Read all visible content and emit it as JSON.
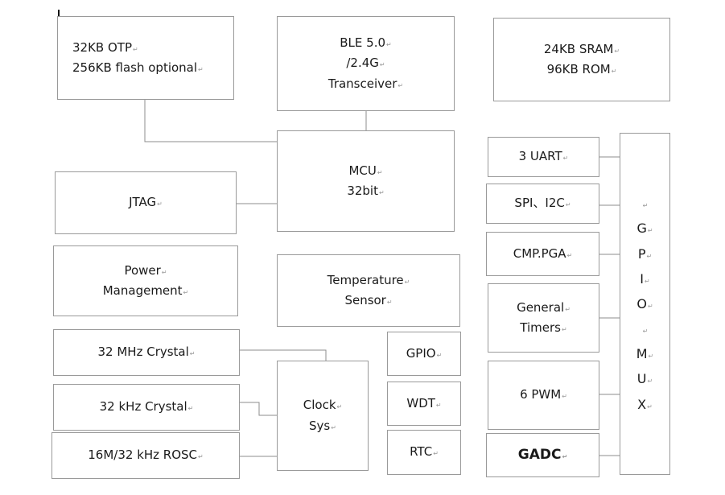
{
  "blocks": {
    "otp": [
      "32KB OTP",
      "256KB flash optional"
    ],
    "ble": [
      "BLE 5.0",
      "/2.4G",
      "Transceiver"
    ],
    "sram": [
      "24KB SRAM",
      "96KB ROM"
    ],
    "mcu": [
      "MCU",
      "32bit"
    ],
    "jtag": [
      "JTAG"
    ],
    "power": [
      "Power",
      "Management"
    ],
    "temp": [
      "Temperature",
      "Sensor"
    ],
    "xtal32m": [
      "32 MHz Crystal"
    ],
    "xtal32k": [
      "32 kHz Crystal"
    ],
    "rosc": [
      "16M/32 kHz ROSC"
    ],
    "clock": [
      "Clock",
      "Sys"
    ],
    "gpio": [
      "GPIO"
    ],
    "wdt": [
      "WDT"
    ],
    "rtc": [
      "RTC"
    ],
    "uart": [
      "3 UART"
    ],
    "spi": [
      "SPI、I2C"
    ],
    "cmp": [
      "CMP.PGA"
    ],
    "timers": [
      "General",
      "Timers"
    ],
    "pwm": [
      "6 PWM"
    ],
    "gadc": [
      "GADC"
    ],
    "mux": [
      "",
      "G",
      "P",
      "I",
      "O",
      "",
      "M",
      "U",
      "X"
    ]
  },
  "colors": {
    "border": "#9a9a9a",
    "wire": "#8c8c8c",
    "text": "#1a1a1a"
  }
}
